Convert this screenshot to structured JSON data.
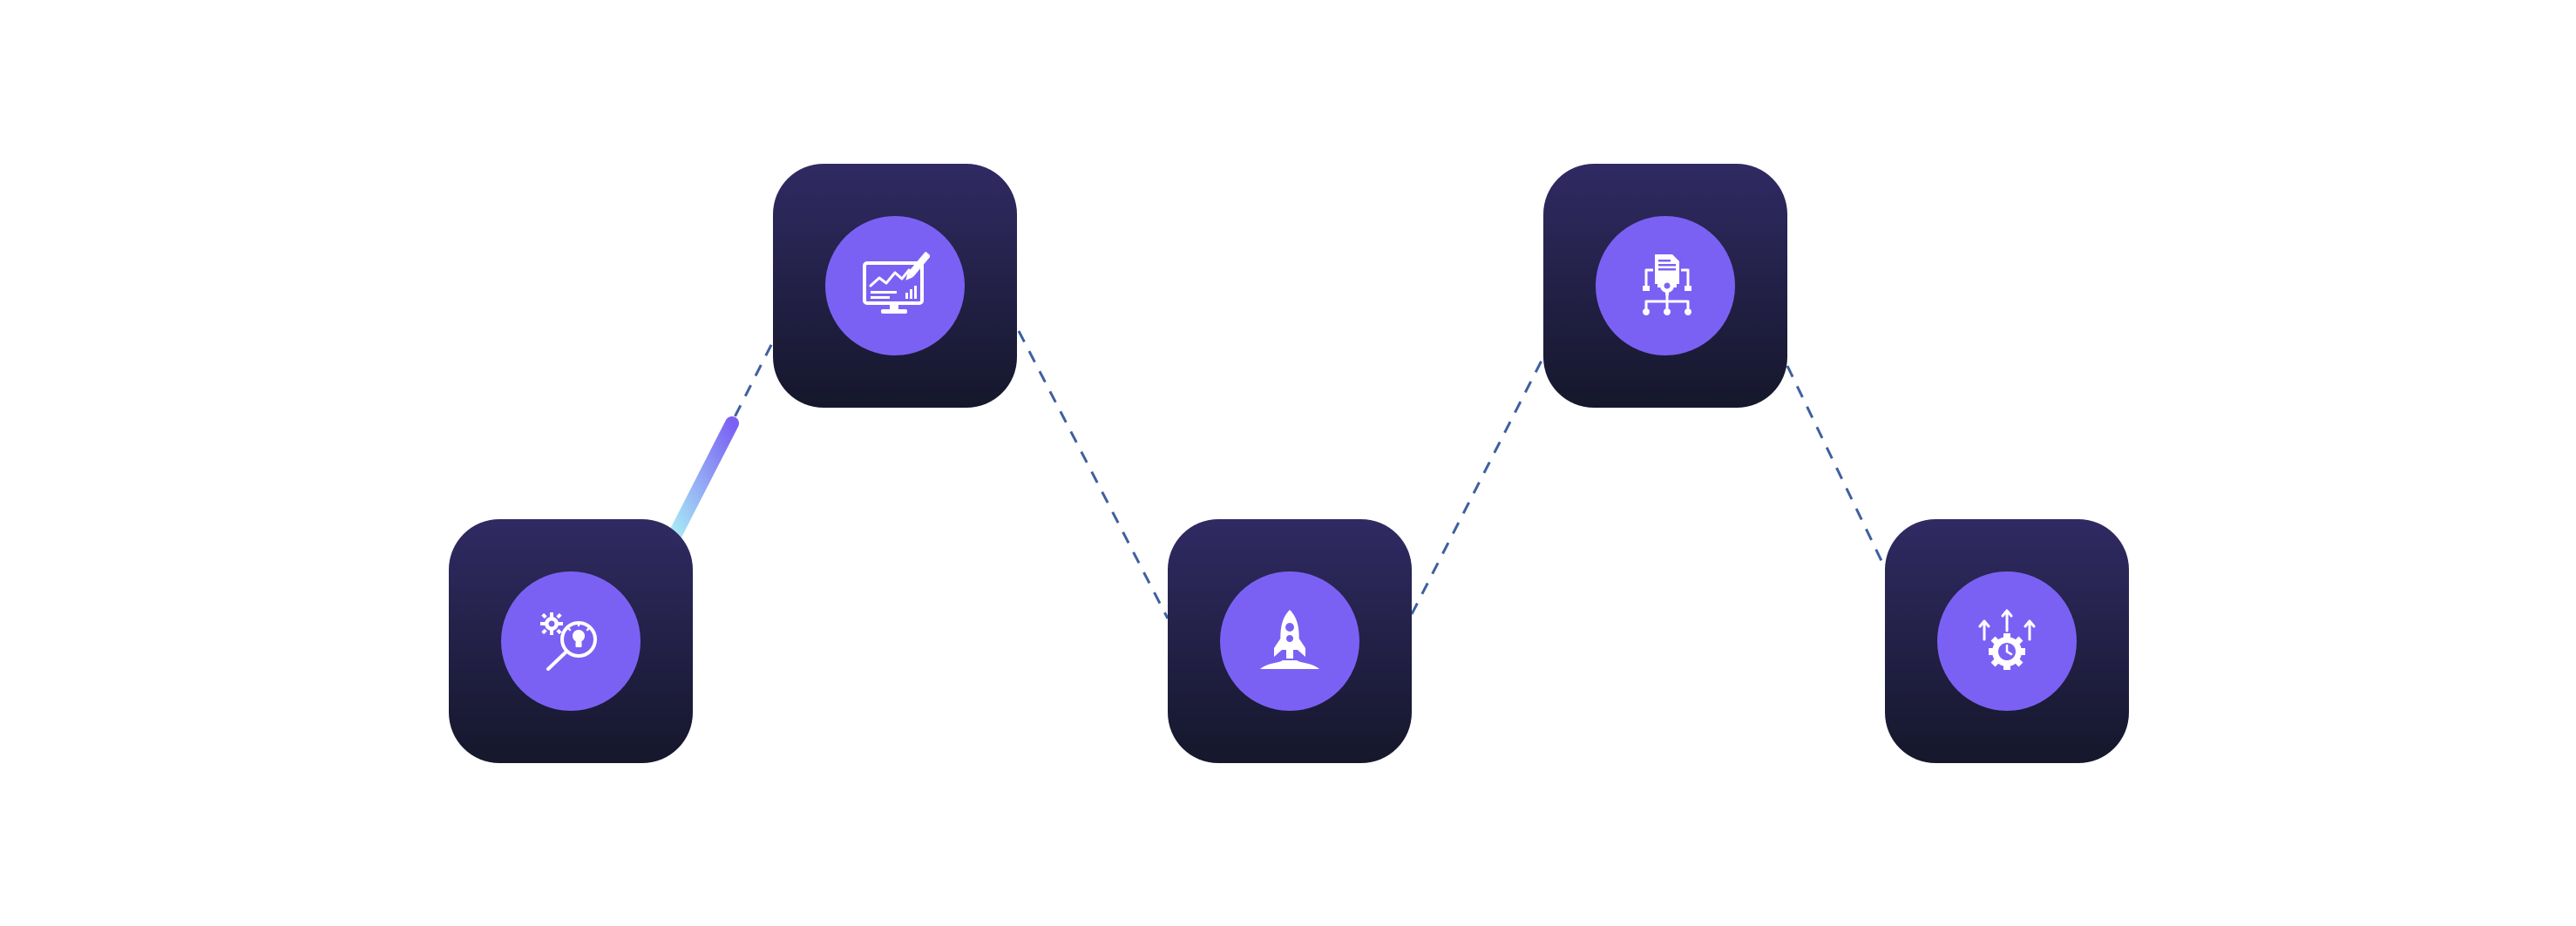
{
  "colors": {
    "background": "#ffffff",
    "node_gradient_top": "#302a63",
    "node_gradient_bottom": "#15172b",
    "icon_circle": "#7b61f3",
    "icon": "#ffffff",
    "dash_line": "#3f5fa0",
    "progress_start": "#a8ecf6",
    "progress_end": "#7b61f3"
  },
  "nodes": [
    {
      "id": "research",
      "icon": "magnifier-gear-lightbulb-icon"
    },
    {
      "id": "analysis",
      "icon": "monitor-chart-pencil-icon"
    },
    {
      "id": "launch",
      "icon": "rocket-icon"
    },
    {
      "id": "planning",
      "icon": "document-hierarchy-icon"
    },
    {
      "id": "growth",
      "icon": "gear-clock-arrows-icon"
    }
  ],
  "progress": {
    "segment": 1,
    "fraction_of_segment": 0.55
  }
}
